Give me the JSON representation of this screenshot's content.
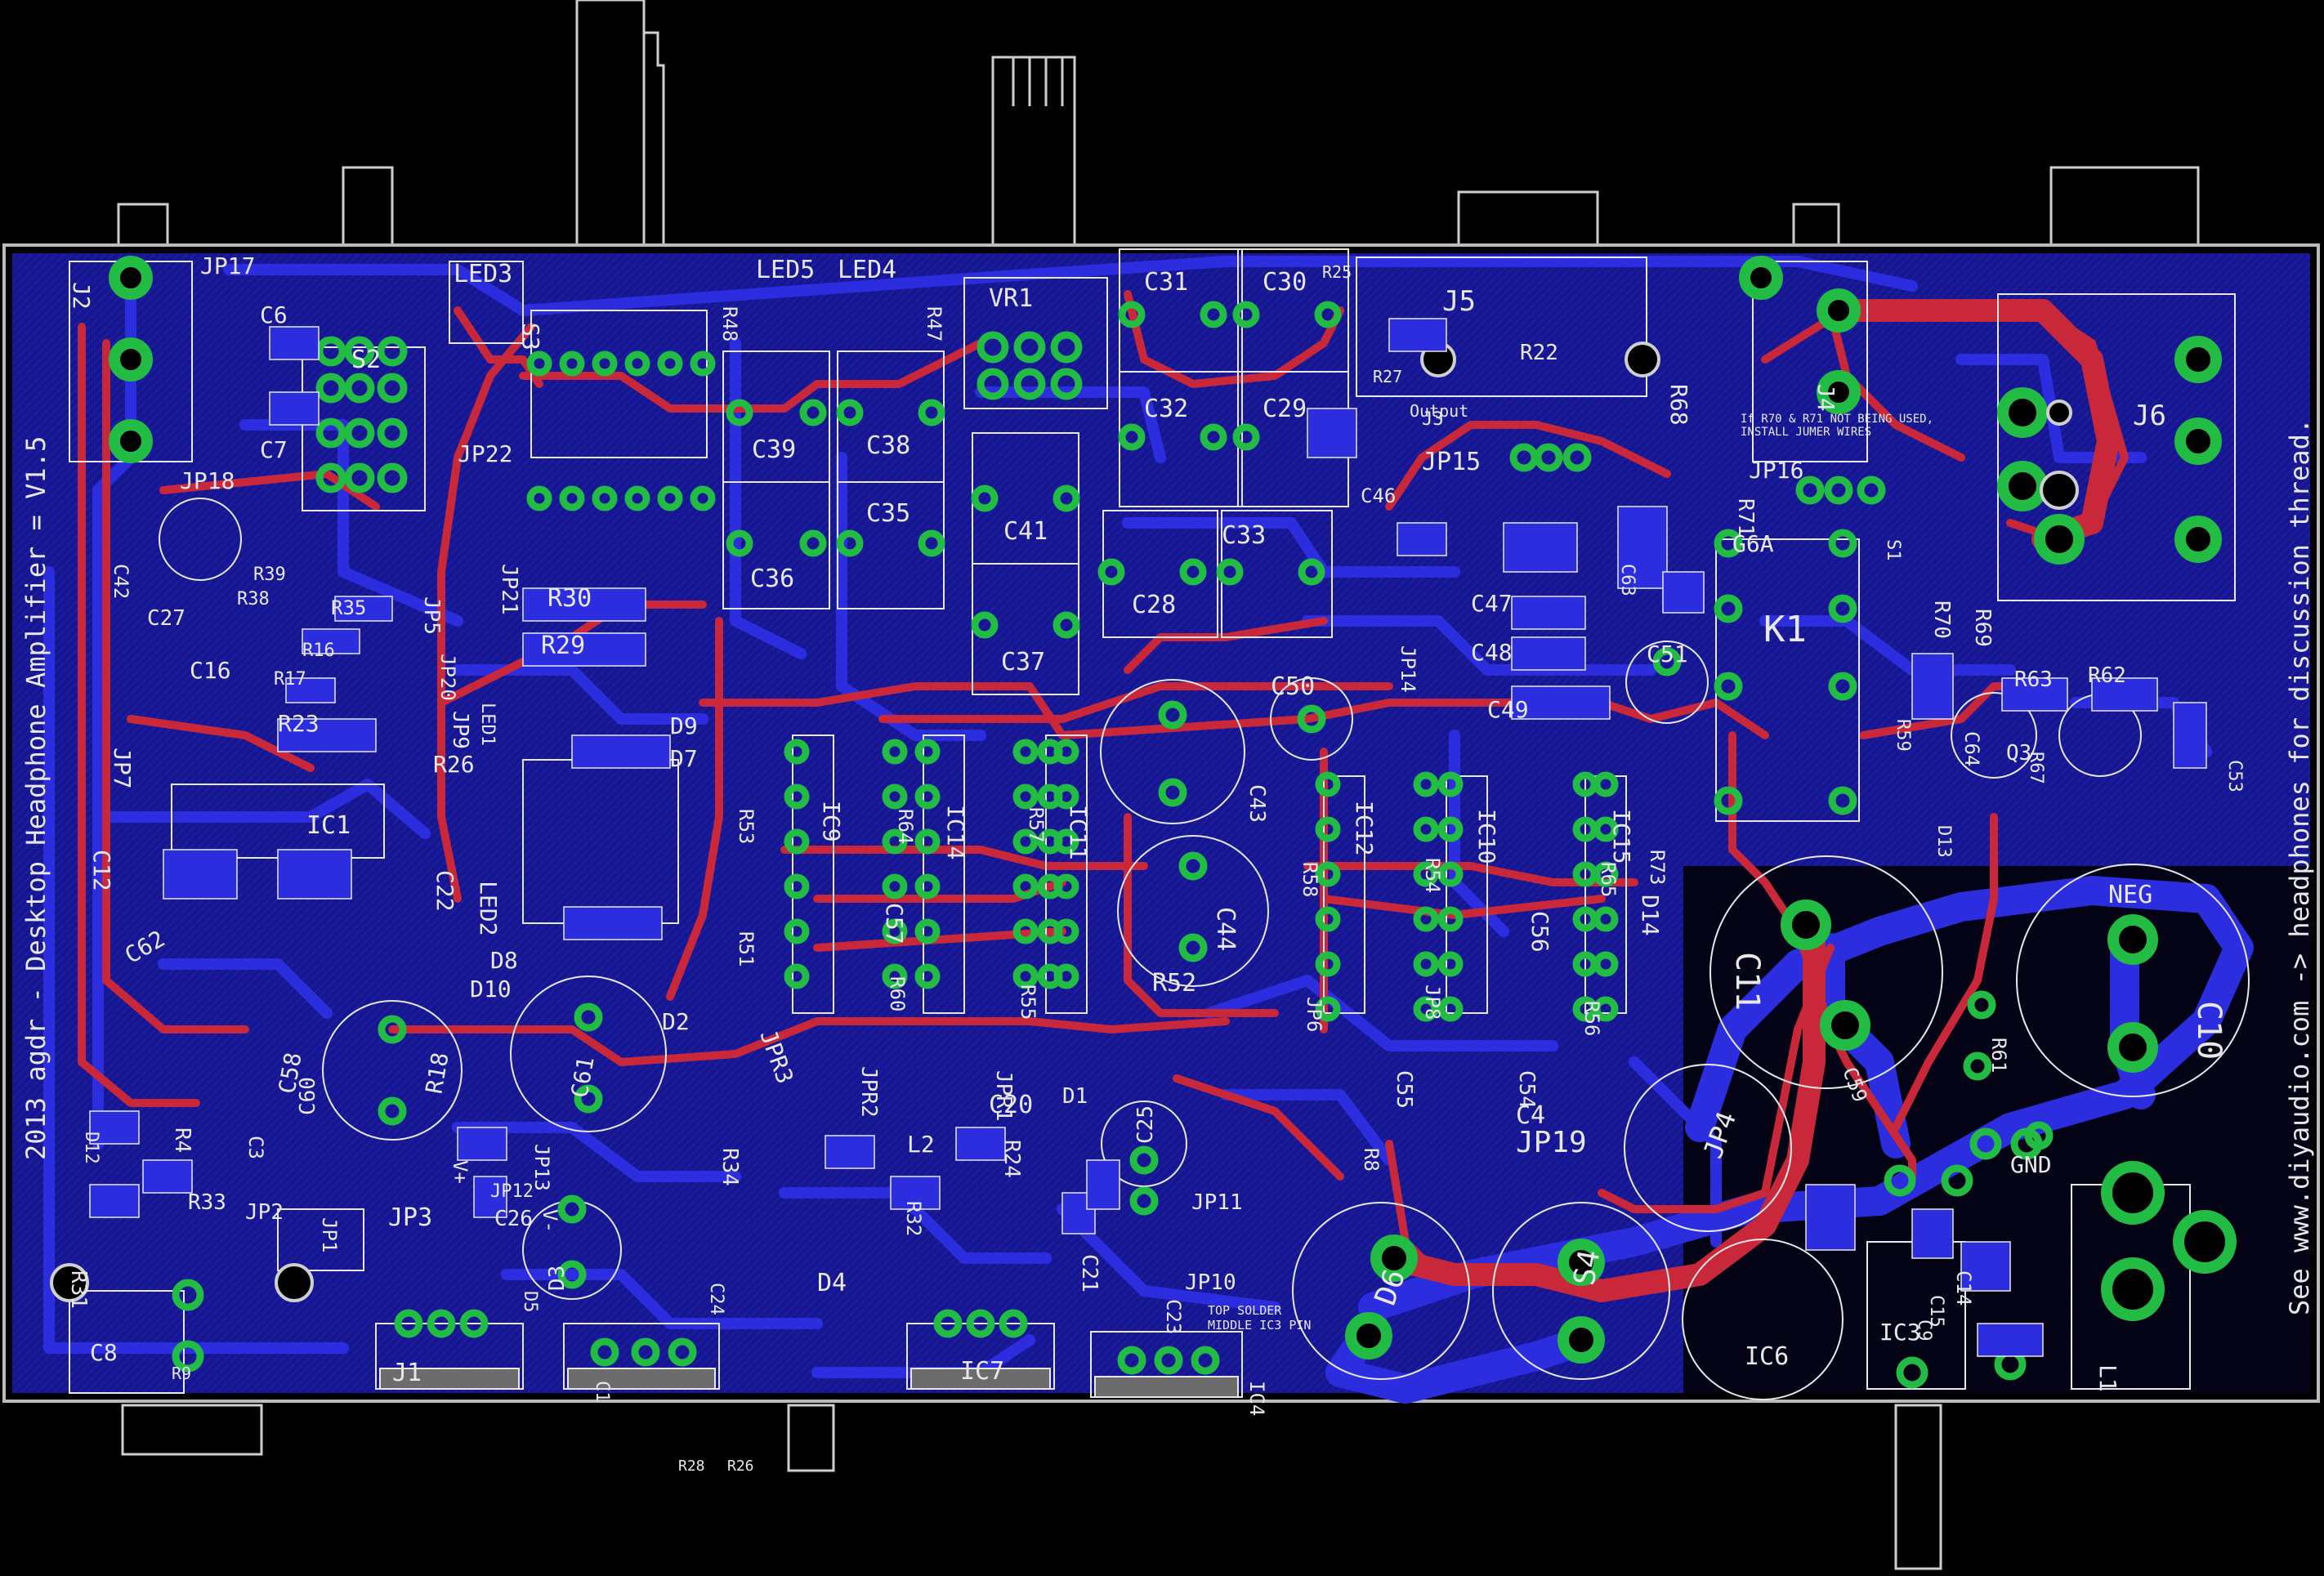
{
  "board": {
    "title_text": "2013 agdr - Desktop Headphone Amplifier = V1.5",
    "footer_text": "See www.diyaudio.com -> headphones for discussion thread.",
    "jumper_note": "If R70 & R71 NOT BEING USED, INSTALL JUMER WIRES",
    "solder_note_1": "TOP SOLDER",
    "solder_note_2": "MIDDLE IC3 PIN",
    "colors": {
      "background": "#000000",
      "board_fill": "#1a1a9a",
      "bottom_copper": "#2a2ad8",
      "top_copper": "#c8283a",
      "pad": "#22bb44",
      "silkscreen": "#e8e8e8",
      "outline": "#bbbbbb"
    }
  },
  "components": [
    {
      "ref": "J2"
    },
    {
      "ref": "JP17"
    },
    {
      "ref": "C6"
    },
    {
      "ref": "C7"
    },
    {
      "ref": "S2"
    },
    {
      "ref": "LED3"
    },
    {
      "ref": "S3"
    },
    {
      "ref": "R48"
    },
    {
      "ref": "LED5"
    },
    {
      "ref": "LED4"
    },
    {
      "ref": "R47"
    },
    {
      "ref": "VR1"
    },
    {
      "ref": "C31"
    },
    {
      "ref": "C30"
    },
    {
      "ref": "J5"
    },
    {
      "ref": "R22"
    },
    {
      "ref": "R68"
    },
    {
      "ref": "J4"
    },
    {
      "ref": "J6"
    },
    {
      "ref": "JP18"
    },
    {
      "ref": "JP22"
    },
    {
      "ref": "JP21"
    },
    {
      "ref": "JP5"
    },
    {
      "ref": "C39"
    },
    {
      "ref": "C38"
    },
    {
      "ref": "C32"
    },
    {
      "ref": "C29"
    },
    {
      "ref": "JP15"
    },
    {
      "ref": "R71"
    },
    {
      "ref": "JP16"
    },
    {
      "ref": "R70"
    },
    {
      "ref": "R69"
    },
    {
      "ref": "C41"
    },
    {
      "ref": "C35"
    },
    {
      "ref": "C36"
    },
    {
      "ref": "C33"
    },
    {
      "ref": "C46"
    },
    {
      "ref": "C63"
    },
    {
      "ref": "G6A"
    },
    {
      "ref": "K1"
    },
    {
      "ref": "C42"
    },
    {
      "ref": "R39"
    },
    {
      "ref": "R38"
    },
    {
      "ref": "C27"
    },
    {
      "ref": "R35"
    },
    {
      "ref": "JP20"
    },
    {
      "ref": "R30"
    },
    {
      "ref": "R29"
    },
    {
      "ref": "C28"
    },
    {
      "ref": "C37"
    },
    {
      "ref": "JP14"
    },
    {
      "ref": "C47"
    },
    {
      "ref": "C48"
    },
    {
      "ref": "C49"
    },
    {
      "ref": "C51"
    },
    {
      "ref": "R16"
    },
    {
      "ref": "C16"
    },
    {
      "ref": "R17"
    },
    {
      "ref": "JP9"
    },
    {
      "ref": "LED1"
    },
    {
      "ref": "D9"
    },
    {
      "ref": "D7"
    },
    {
      "ref": "C50"
    },
    {
      "ref": "C43"
    },
    {
      "ref": "R63"
    },
    {
      "ref": "R62"
    },
    {
      "ref": "C64"
    },
    {
      "ref": "R59"
    },
    {
      "ref": "Q3"
    },
    {
      "ref": "R67"
    },
    {
      "ref": "C53"
    },
    {
      "ref": "JP7"
    },
    {
      "ref": "R23"
    },
    {
      "ref": "R26"
    },
    {
      "ref": "IC9"
    },
    {
      "ref": "IC14"
    },
    {
      "ref": "IC11"
    },
    {
      "ref": "IC12"
    },
    {
      "ref": "IC10"
    },
    {
      "ref": "IC15"
    },
    {
      "ref": "D14"
    },
    {
      "ref": "D13"
    },
    {
      "ref": "C12"
    },
    {
      "ref": "IC1"
    },
    {
      "ref": "C22"
    },
    {
      "ref": "LED2"
    },
    {
      "ref": "R53"
    },
    {
      "ref": "R64"
    },
    {
      "ref": "R57"
    },
    {
      "ref": "R58"
    },
    {
      "ref": "R54"
    },
    {
      "ref": "R65"
    },
    {
      "ref": "R73"
    },
    {
      "ref": "C57"
    },
    {
      "ref": "C44"
    },
    {
      "ref": "C56"
    },
    {
      "ref": "NEG"
    },
    {
      "ref": "C10"
    },
    {
      "ref": "C11"
    },
    {
      "ref": "R51"
    },
    {
      "ref": "R60"
    },
    {
      "ref": "R55"
    },
    {
      "ref": "D8"
    },
    {
      "ref": "D10"
    },
    {
      "ref": "JP6"
    },
    {
      "ref": "JP8"
    },
    {
      "ref": "R56"
    },
    {
      "ref": "R52"
    },
    {
      "ref": "R61"
    },
    {
      "ref": "C62"
    },
    {
      "ref": "D2"
    },
    {
      "ref": "JPR3"
    },
    {
      "ref": "JPR2"
    },
    {
      "ref": "JPR1"
    },
    {
      "ref": "C55"
    },
    {
      "ref": "C54"
    },
    {
      "ref": "C59"
    },
    {
      "ref": "C58"
    },
    {
      "ref": "R18"
    },
    {
      "ref": "C61"
    },
    {
      "ref": "C60"
    },
    {
      "ref": "D12"
    },
    {
      "ref": "R4"
    },
    {
      "ref": "C3"
    },
    {
      "ref": "R8"
    },
    {
      "ref": "C4"
    },
    {
      "ref": "JP19"
    },
    {
      "ref": "JP4"
    },
    {
      "ref": "GND"
    },
    {
      "ref": "L2"
    },
    {
      "ref": "D1"
    },
    {
      "ref": "C25"
    },
    {
      "ref": "R24"
    },
    {
      "ref": "C20"
    },
    {
      "ref": "JP13"
    },
    {
      "ref": "V+"
    },
    {
      "ref": "R34"
    },
    {
      "ref": "R32"
    },
    {
      "ref": "R31"
    },
    {
      "ref": "R33"
    },
    {
      "ref": "JP2"
    },
    {
      "ref": "JP1"
    },
    {
      "ref": "JP3"
    },
    {
      "ref": "JP12"
    },
    {
      "ref": "V-"
    },
    {
      "ref": "C26"
    },
    {
      "ref": "C21"
    },
    {
      "ref": "JP11"
    },
    {
      "ref": "C23"
    },
    {
      "ref": "JP10"
    },
    {
      "ref": "D5"
    },
    {
      "ref": "D3"
    },
    {
      "ref": "C24"
    },
    {
      "ref": "D4"
    },
    {
      "ref": "D6"
    },
    {
      "ref": "S4"
    },
    {
      "ref": "C15"
    },
    {
      "ref": "C14"
    },
    {
      "ref": "C9"
    },
    {
      "ref": "C8"
    },
    {
      "ref": "R9"
    },
    {
      "ref": "J1"
    },
    {
      "ref": "C1"
    },
    {
      "ref": "IC7"
    },
    {
      "ref": "IC4"
    },
    {
      "ref": "IC6"
    },
    {
      "ref": "IC3"
    },
    {
      "ref": "L1"
    },
    {
      "ref": "S1"
    },
    {
      "ref": "J3"
    },
    {
      "ref": "Output"
    },
    {
      "ref": "R27"
    },
    {
      "ref": "R25"
    },
    {
      "ref": "R28"
    },
    {
      "ref": "R26"
    }
  ]
}
